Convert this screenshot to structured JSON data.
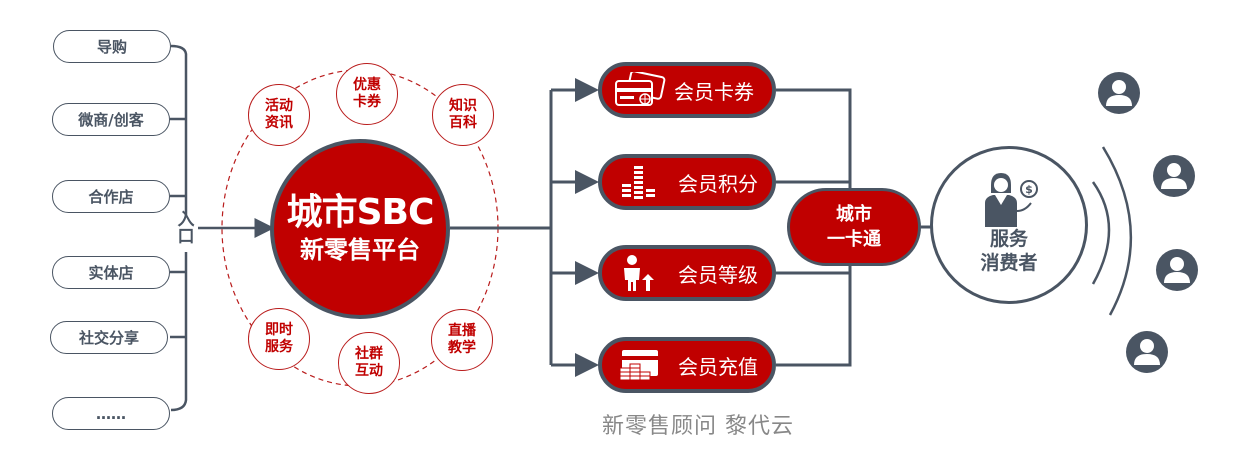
{
  "colors": {
    "brand_red": "#c00000",
    "line_gray": "#4a5563",
    "dashed_red": "#b91c1c",
    "footer_gray": "#888888"
  },
  "entry": {
    "label": "入口",
    "label_chars": [
      "入",
      "口"
    ],
    "channels": [
      {
        "label": "导购"
      },
      {
        "label": "微商/创客"
      },
      {
        "label": "合作店"
      },
      {
        "label": "实体店"
      },
      {
        "label": "社交分享"
      },
      {
        "label": "……"
      }
    ]
  },
  "hub": {
    "line1": "城市SBC",
    "line2": "新零售平台",
    "satellites": [
      {
        "line1": "活动",
        "line2": "资讯"
      },
      {
        "line1": "优惠",
        "line2": "卡券"
      },
      {
        "line1": "知识",
        "line2": "百科"
      },
      {
        "line1": "即时",
        "line2": "服务"
      },
      {
        "line1": "社群",
        "line2": "互动"
      },
      {
        "line1": "直播",
        "line2": "教学"
      }
    ]
  },
  "members": [
    {
      "label": "会员卡券",
      "icon": "credit-card-icon"
    },
    {
      "label": "会员积分",
      "icon": "coin-stack-icon"
    },
    {
      "label": "会员等级",
      "icon": "member-level-up-icon"
    },
    {
      "label": "会员充值",
      "icon": "recharge-card-icon"
    }
  ],
  "city_card": {
    "line1": "城市",
    "line2": "一卡通"
  },
  "consumer": {
    "line1": "服务",
    "line2": "消费者",
    "icon": "service-agent-icon"
  },
  "audience": {
    "avatar_count": 4,
    "icon": "user-avatar-icon"
  },
  "footer": {
    "text": "新零售顾问  黎代云"
  }
}
